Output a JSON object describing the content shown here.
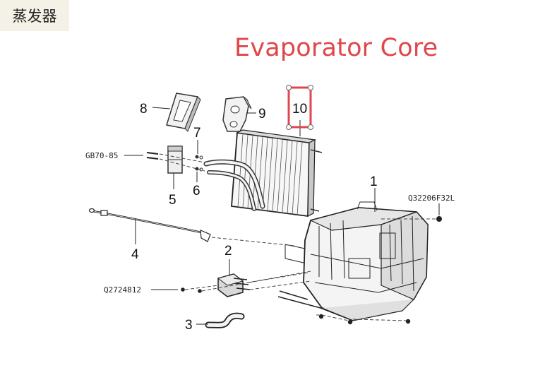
{
  "header": {
    "chinese_title": "蒸发器"
  },
  "caption": {
    "text": "Evaporator Core",
    "color": "#e0464a"
  },
  "callouts": {
    "c1": "1",
    "c2": "2",
    "c3": "3",
    "c4": "4",
    "c5": "5",
    "c6": "6",
    "c7": "7",
    "c8": "8",
    "c9": "9",
    "c10": "10"
  },
  "part_codes": {
    "gb": "GB70-85",
    "q32": "Q32206F32L",
    "q27": "Q2724812"
  },
  "highlight": {
    "target": "10",
    "color": "#e0464a"
  }
}
